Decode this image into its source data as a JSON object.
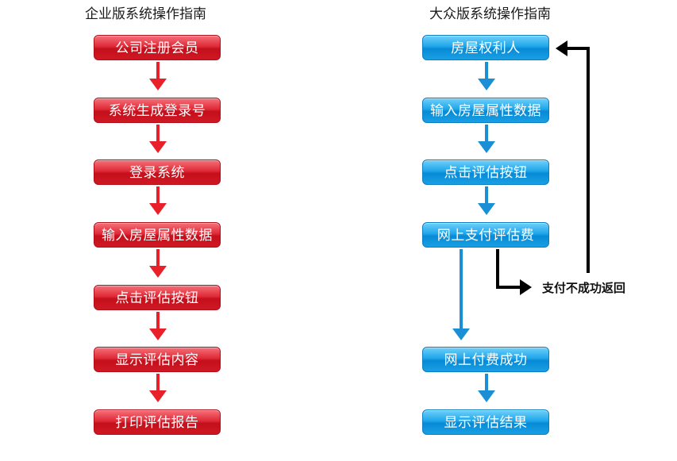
{
  "enterprise": {
    "title": "企业版系统操作指南",
    "steps": [
      "公司注册会员",
      "系统生成登录号",
      "登录系统",
      "输入房屋属性数据",
      "点击评估按钮",
      "显示评估内容",
      "打印评估报告"
    ]
  },
  "public": {
    "title": "大众版系统操作指南",
    "steps": [
      "房屋权利人",
      "输入房屋属性数据",
      "点击评估按钮",
      "网上支付评估费",
      "网上付费成功",
      "显示评估结果"
    ],
    "failure_label": "支付不成功返回"
  },
  "colors": {
    "red": "#e02a37",
    "blue": "#1fa6ea",
    "red_arrow": "#e8202a",
    "blue_arrow": "#1b8fd6",
    "black_arrow": "#000000"
  }
}
